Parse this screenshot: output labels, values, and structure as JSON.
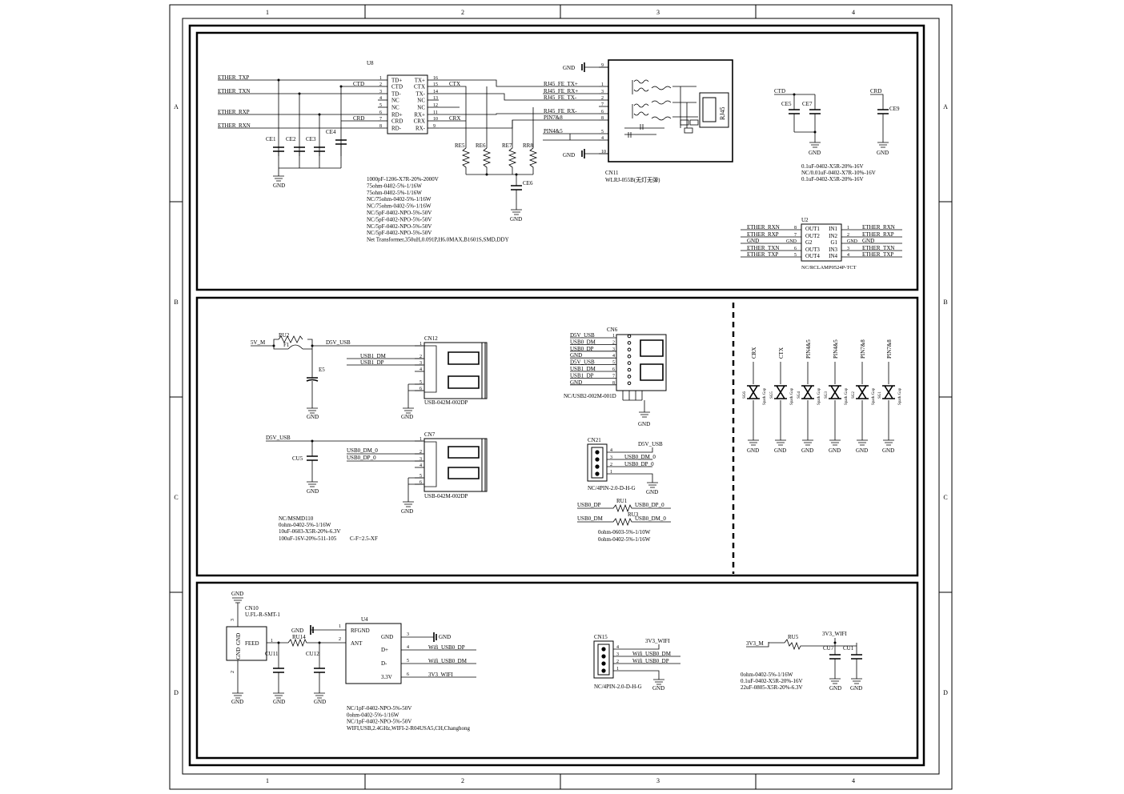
{
  "frame": {
    "columns": [
      "1",
      "2",
      "3",
      "4"
    ],
    "rows": [
      "A",
      "B",
      "C",
      "D"
    ]
  },
  "ethernet": {
    "u8": {
      "ref": "U8",
      "left_pins": [
        "TD+",
        "CTD",
        "TD-",
        "NC",
        "NC",
        "RD+",
        "CRD",
        "RD-"
      ],
      "left_nums": [
        "1",
        "2",
        "3",
        "4",
        "5",
        "6",
        "7",
        "8"
      ],
      "right_pins": [
        "TX+",
        "CTX",
        "TX-",
        "NC",
        "NC",
        "RX+",
        "CRX",
        "RX-"
      ],
      "right_nums": [
        "16",
        "15",
        "14",
        "13",
        "12",
        "11",
        "10",
        "9"
      ]
    },
    "nets_left": [
      "ETHER_TXP",
      "ETHER_TXN",
      "ETHER_RXP",
      "ETHER_RXN"
    ],
    "ctd": "CTD",
    "crd": "CRD",
    "ctx": "CTX",
    "crx": "CRX",
    "caps": [
      "CE1",
      "CE2",
      "CE3",
      "CE4"
    ],
    "resistors": [
      "RE5",
      "RE6",
      "RE7",
      "RR8"
    ],
    "ce6": "CE6",
    "gnd": "GND",
    "rj_nets": [
      "RJ45_FE_TX+",
      "RJ45_FE_RX+",
      "RJ45_FE_TX-",
      "RJ45_FE_RX-",
      "PIN7&8",
      "PIN4&5"
    ],
    "rj_pins": [
      "9",
      "1",
      "3",
      "2",
      "7",
      "6",
      "8",
      "5",
      "4",
      "10"
    ],
    "cn11_ref": "CN11",
    "cn11_part": "WLRJ-055B(无灯无弹)",
    "rj45_label": "RJ45",
    "notes": [
      "1000pF-1206-X7R-20%-2000V",
      "75ohm-0402-5%-1/16W",
      "75ohm-0402-5%-1/16W",
      "NC/75ohm-0402-5%-1/16W",
      "NC/75ohm-0402-5%-1/16W",
      "NC/5pF-0402-NPO-5%-50V",
      "NC/5pF-0402-NPO-5%-50V",
      "NC/5pF-0402-NPO-5%-50V",
      "NC/5pF-0402-NPO-5%-50V",
      "Net Transformer,350uH,0.091P,H6.0MAX,B1601S,SMD,DDY"
    ],
    "ctd_caps": [
      "CE5",
      "CE7"
    ],
    "crd_cap": "CE9",
    "cap_notes": [
      "0.1uF-0402-X5R-20%-16V",
      "NC/0.01uF-0402-X7R-10%-16V",
      "0.1uF-0402-X5R-20%-16V"
    ],
    "u2": {
      "ref": "U2",
      "left_pins": [
        "OUT1",
        "OUT2",
        "G2",
        "OUT3",
        "OUT4"
      ],
      "right_pins": [
        "IN1",
        "IN2",
        "G1",
        "IN3",
        "IN4"
      ],
      "left_nums": [
        "8",
        "7",
        "GND",
        "6",
        "5"
      ],
      "right_nums": [
        "1",
        "2",
        "GND",
        "3",
        "4"
      ],
      "left_nets": [
        "ETHER_RXN",
        "ETHER_RXP",
        "GND",
        "ETHER_TXN",
        "ETHER_TXP"
      ],
      "right_nets": [
        "ETHER_RXN",
        "ETHER_RXP",
        "GND",
        "ETHER_TXN",
        "ETHER_TXP"
      ],
      "part": "NC/RCLAMP0524P-TCT"
    }
  },
  "usb": {
    "net_5v_m": "5V_M",
    "ru2": "RU2",
    "f1": "F1",
    "d5v_usb": "D5V_USB",
    "usb1_dm": "USB1_DM",
    "usb1_dp": "USB1_DP",
    "e5": "E5",
    "cn12": "CN12",
    "cn7": "CN7",
    "usb_part": "USB-042M-002DP",
    "cu5": "CU5",
    "usb0_dm_0": "USB0_DM_0",
    "usb0_dp_0": "USB0_DP_0",
    "notes": [
      "NC/MSMD110",
      "0ohm-0402-5%-1/16W",
      "10uF-0603-X5R-20%-6.3V",
      "100uF-16V-20%-511-105",
      "C-F=2.5-XF"
    ],
    "cn6": {
      "ref": "CN6",
      "nets": [
        "D5V_USB",
        "USB0_DM",
        "USB0_DP",
        "GND",
        "D5V_USB",
        "USB1_DM",
        "USB1_DP",
        "GND"
      ],
      "part": "NC/USB2-002M-001D"
    },
    "cn21": {
      "ref": "CN21",
      "nets": [
        "D5V_USB",
        "USB0_DM_0",
        "USB0_DP_0"
      ],
      "part": "NC/4PIN-2.0-D-H-G"
    },
    "ru_nets_left": [
      "USB0_DP",
      "USB0_DM"
    ],
    "ru_nets_right": [
      "USB0_DP_0",
      "USB0_DM_0"
    ],
    "ru_refs": [
      "RU1",
      "RU3"
    ],
    "ru_notes": [
      "0ohm-0603-5%-1/10W",
      "0ohm-0402-5%-1/16W"
    ],
    "sparks": [
      "CRX",
      "CTX",
      "PIN4&5",
      "PIN4&5",
      "PIN7&8",
      "PIN7&8"
    ],
    "spark_refs": [
      "SG6",
      "SG5",
      "SG4",
      "SG3",
      "SG2",
      "SG1"
    ],
    "spark_label": "Spark Gap"
  },
  "wifi": {
    "cn10": "CN10",
    "cn10_part": "U.FL-R-SMT-1",
    "feed": "FEED",
    "ru14": "RU14",
    "cu11": "CU11",
    "cu12": "CU12",
    "u4": "U4",
    "u4_left": [
      "RFGND",
      "ANT"
    ],
    "u4_right": [
      "GND",
      "D+",
      "D-",
      "3.3V"
    ],
    "u4_right_nums": [
      "3",
      "4",
      "5",
      "6"
    ],
    "u4_nets": [
      "Wifi_USB0_DP",
      "Wifi_USB0_DM",
      "3V3_WIFI"
    ],
    "notes": [
      "NC/1pF-0402-NPO-5%-50V",
      "0ohm-0402-5%-1/16W",
      "NC/1pF-0402-NPO-5%-50V",
      "WIFI,USB,2.4GHz,WIFI-2-R04USA5,CH,Changhong"
    ],
    "cn15": "CN15",
    "cn15_nets": [
      "3V3_WIFI",
      "Wifi_USB0_DM",
      "Wifi_USB0_DP"
    ],
    "cn15_part": "NC/4PIN-2.0-D-H-G",
    "v3_m": "3V3_M",
    "ru5": "RU5",
    "v3_wifi": "3V3_WIFI",
    "cu7": "CU7",
    "cu1": "CU1",
    "pwr_notes": [
      "0ohm-0402-5%-1/16W",
      "0.1uF-0402-X5R-20%-16V",
      "22uF-0805-X5R-20%-6.3V"
    ]
  }
}
